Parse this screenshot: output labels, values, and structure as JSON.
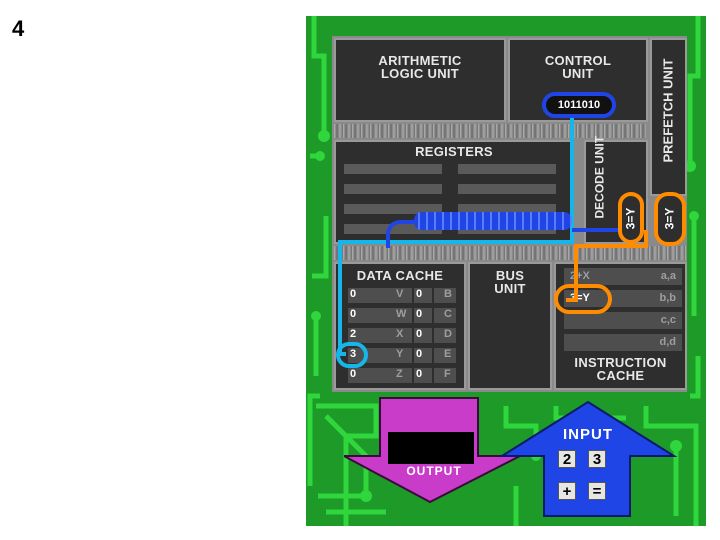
{
  "slide_number": "4",
  "blocks": {
    "alu": "ARITHMETIC LOGIC UNIT",
    "control_unit": "CONTROL UNIT",
    "control_value": "1011010",
    "prefetch": "PREFETCH UNIT",
    "registers": "REGISTERS",
    "decode": "DECODE UNIT",
    "decode_value": "3=Y",
    "prefetch_value": "3=Y",
    "data_cache": "DATA CACHE",
    "bus_unit": "BUS UNIT",
    "instruction_cache": "INSTRUCTION CACHE"
  },
  "data_cache_rows": [
    {
      "v1": "0",
      "l1": "V",
      "v2": "0",
      "l2": "B"
    },
    {
      "v1": "0",
      "l1": "W",
      "v2": "0",
      "l2": "C"
    },
    {
      "v1": "2",
      "l1": "X",
      "v2": "0",
      "l2": "D"
    },
    {
      "v1": "3",
      "l1": "Y",
      "v2": "0",
      "l2": "E"
    },
    {
      "v1": "0",
      "l1": "Z",
      "v2": "0",
      "l2": "F"
    }
  ],
  "instruction_cache_rows": [
    {
      "left": "2+X",
      "right": "a,a"
    },
    {
      "left": "3=Y",
      "right": "b,b"
    },
    {
      "left": "",
      "right": "c,c"
    },
    {
      "left": "",
      "right": "d,d"
    }
  ],
  "output": {
    "label": "OUTPUT"
  },
  "input": {
    "label": "INPUT",
    "keys": [
      "2",
      "3",
      "+",
      "="
    ]
  },
  "colors": {
    "board": "#1e9a28",
    "trace": "#2fd63c",
    "output_arrow": "#c93cc9",
    "input_arrow": "#1f45e6",
    "highlight_orange": "#ff8c00",
    "highlight_blue": "#1f45e6",
    "highlight_cyan": "#17b6ea"
  }
}
